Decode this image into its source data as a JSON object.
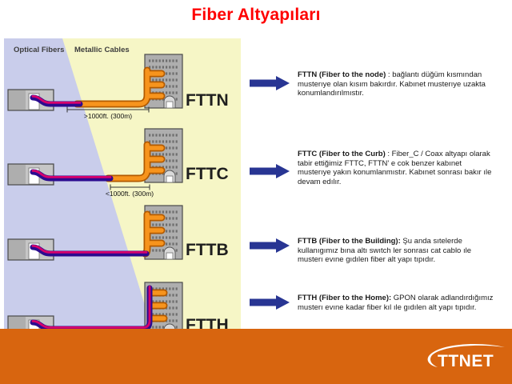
{
  "title": "Fiber Altyapıları",
  "diagram": {
    "optical_label": "Optical Fibers",
    "metallic_label": "Metallic Cables",
    "rows": [
      {
        "label": "FTTN",
        "measurement": ">1000ft. (300m)"
      },
      {
        "label": "FTTC",
        "measurement": "<1000ft. (300m)"
      },
      {
        "label": "FTTB"
      },
      {
        "label": "FTTH"
      }
    ]
  },
  "annotations": [
    {
      "heading": "FTTN (Fiber to the node)",
      "body": " : bağlantı düğüm kısmından musterıye olan kısım bakırdır. Kabınet musterıye uzakta konumlandırılmıstır."
    },
    {
      "heading": "FTTC (Fiber to the Curb)",
      "body": " : Fiber_C / Coax altyapı olarak tabir ettiğimiz FTTC, FTTN' e cok benzer kabınet musterıye yakın konumlanmıstır. Kabınet sonrası bakır ıle devam edılır."
    },
    {
      "heading": "FTTB (Fiber to the Building):",
      "body": " Şu anda sıtelerde kullanıgımız bına altı swıtch ler sonrası cat cablo ıle musterı evıne gıdılen fiber alt yapı tıpıdır."
    },
    {
      "heading": "FTTH (Fiber to the Home):",
      "body": " GPON olarak adlandırdığımız musterı evıne kadar fiber kıl ıle gıdılen alt yapı tıpıdır."
    }
  ],
  "footer": {
    "logo_text": "TTNET"
  },
  "colors": {
    "title_red": "#ff0000",
    "footer_orange": "#d8650f",
    "arrow_navy": "#283593",
    "fiber_navy": "#2b0b8f",
    "fiber_magenta": "#d6006c",
    "copper_orange": "#f7941d",
    "copper_dark": "#b25a00",
    "region_blue": "#c9cdeb",
    "region_yellow": "#f6f6c6"
  }
}
